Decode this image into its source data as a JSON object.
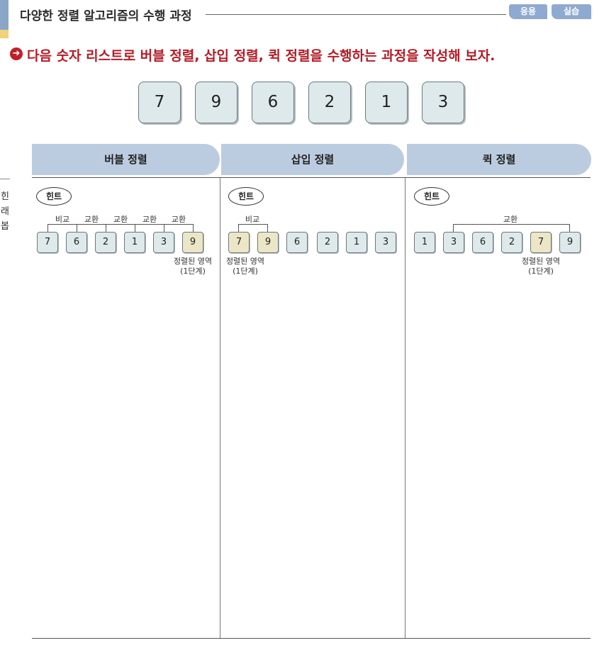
{
  "header": {
    "title": "다양한 정렬 알고리즘의 수행 과정",
    "tags": [
      "응용",
      "실습"
    ]
  },
  "side_text": [
    "힌",
    "래",
    "봅"
  ],
  "instruction": {
    "icon": "arrow-right-circle-icon",
    "text": "다음 숫자 리스트로 버블 정렬, 삽입 정렬, 퀵 정렬을 수행하는 과정을 작성해 보자."
  },
  "numbers": [
    "7",
    "9",
    "6",
    "2",
    "1",
    "3"
  ],
  "columns": [
    {
      "header": "버블 정렬",
      "hint": "힌트",
      "boxes": [
        "7",
        "6",
        "2",
        "1",
        "3",
        "9"
      ],
      "labels": [
        "비교",
        "교환",
        "교환",
        "교환",
        "교환"
      ],
      "note": [
        "정렬된 영역",
        "(1단계)"
      ]
    },
    {
      "header": "삽입 정렬",
      "hint": "힌트",
      "boxes": [
        "7",
        "9",
        "6",
        "2",
        "1",
        "3"
      ],
      "labels": [
        "비교"
      ],
      "note": [
        "정렬된 영역",
        "(1단계)"
      ]
    },
    {
      "header": "퀵 정렬",
      "hint": "힌트",
      "boxes": [
        "1",
        "3",
        "6",
        "2",
        "7",
        "9"
      ],
      "labels": [
        "교환"
      ],
      "note": [
        "정렬된 영역",
        "(1단계)"
      ]
    }
  ],
  "colors": {
    "accent_red": "#b41c25",
    "header_blue": "#bccce0",
    "box_fill": "#dde9ea",
    "highlight_fill": "#ece6c6"
  }
}
